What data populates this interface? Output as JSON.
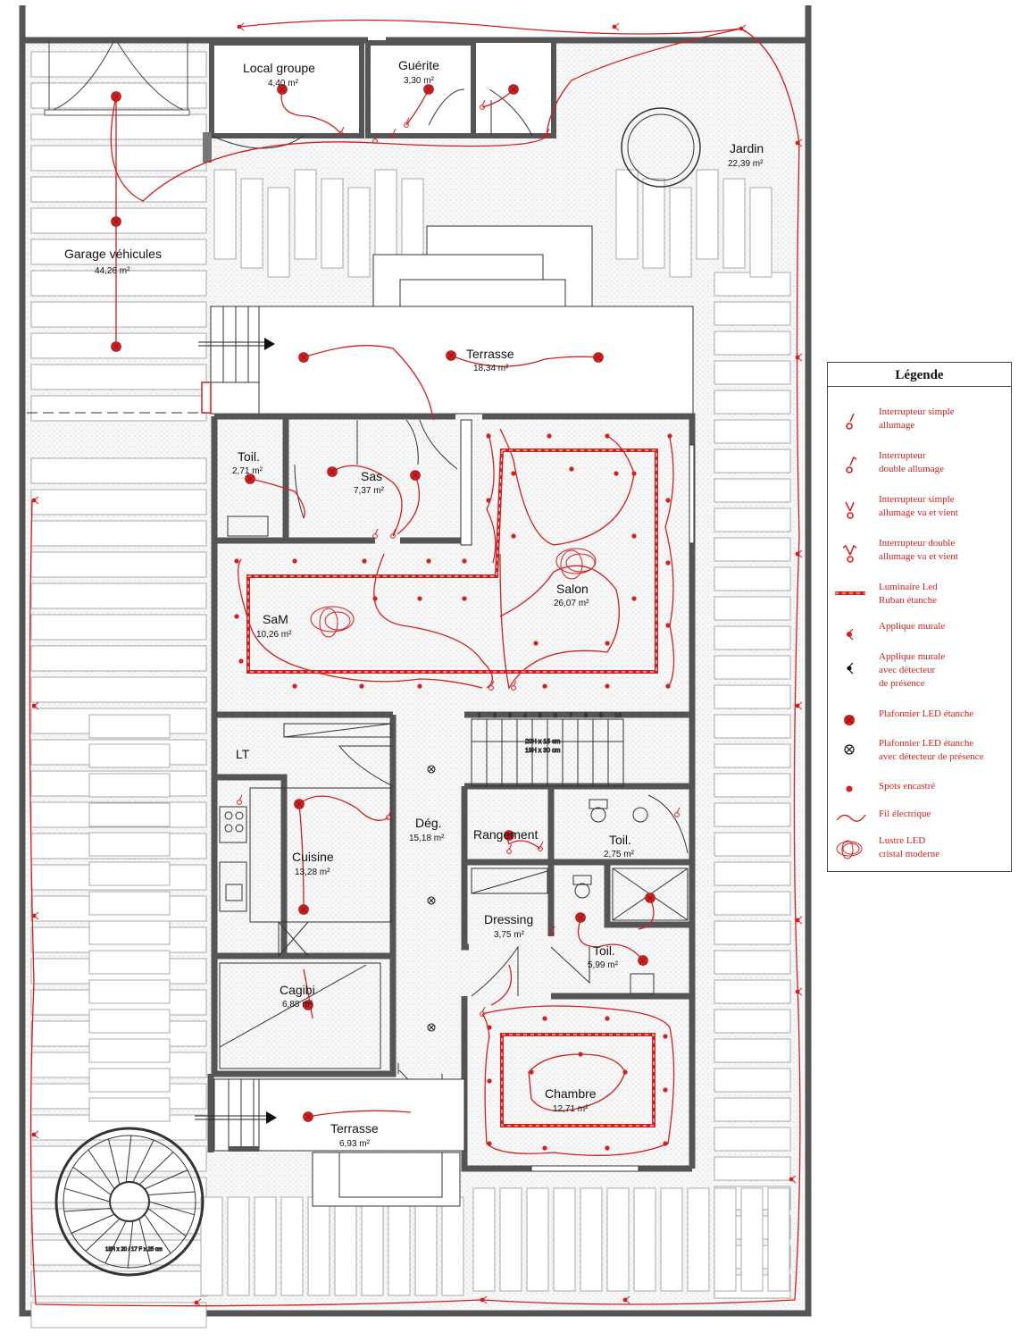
{
  "rooms": {
    "local_groupe": {
      "name": "Local groupe",
      "area": "4,40 m²"
    },
    "guerite": {
      "name": "Guérite",
      "area": "3,30 m²"
    },
    "jardin": {
      "name": "Jardin",
      "area": "22,39 m²"
    },
    "garage": {
      "name": "Garage véhicules",
      "area": "44,26 m²"
    },
    "terrasse_nord": {
      "name": "Terrasse",
      "area": "18,34 m²"
    },
    "toil_1": {
      "name": "Toil.",
      "area": "2,71 m²"
    },
    "sas": {
      "name": "Sas",
      "area": "7,37 m²"
    },
    "salon": {
      "name": "Salon",
      "area": "26,07 m²"
    },
    "sam": {
      "name": "SaM",
      "area": "10,26 m²"
    },
    "lt": {
      "name": "LT"
    },
    "cuisine": {
      "name": "Cuisine",
      "area": "13,28 m²"
    },
    "deg": {
      "name": "Dég.",
      "area": "15,18 m²"
    },
    "rangement": {
      "name": "Rangement"
    },
    "toil_2": {
      "name": "Toil.",
      "area": "2,75 m²"
    },
    "dressing": {
      "name": "Dressing",
      "area": "3,75 m²"
    },
    "toil_3": {
      "name": "Toil.",
      "area": "5,99 m²"
    },
    "cagibi": {
      "name": "Cagibi",
      "area": "6,88 m²"
    },
    "chambre": {
      "name": "Chambre",
      "area": "12,71 m²"
    },
    "terrasse_sud": {
      "name": "Terrasse",
      "area": "6,93 m²"
    }
  },
  "stairs": {
    "riser_note": "20H x 15 cm",
    "tread_note": "19H x 30 cm",
    "step_numbers": [
      "1",
      "2",
      "3",
      "4",
      "5",
      "6",
      "7",
      "8",
      "9",
      "10"
    ],
    "spiral_note": "18H x 20 / 17 F x 25 cm"
  },
  "legend": {
    "title": "Légende",
    "items": [
      {
        "label": "Interrupteur simple\nallumage",
        "icon": "switch-simple-icon"
      },
      {
        "label": "Interrupteur\ndouble allumage",
        "icon": "switch-double-icon"
      },
      {
        "label": "Interrupteur simple\nallumage va et vient",
        "icon": "switch-simple-2way-icon"
      },
      {
        "label": "Interrupteur double\nallumage va et vient",
        "icon": "switch-double-2way-icon"
      },
      {
        "label": "Luminaire Led\nRuban étanche",
        "icon": "led-strip-icon"
      },
      {
        "label": "Applique murale",
        "icon": "wall-light-icon"
      },
      {
        "label": "Applique murale\navec détecteur\nde présence",
        "icon": "wall-light-detector-icon"
      },
      {
        "label": "Plafonnier LED étanche",
        "icon": "ceiling-led-icon"
      },
      {
        "label": "Plafonnier LED étanche\navec détecteur de présence",
        "icon": "ceiling-led-detector-icon"
      },
      {
        "label": "Spots encastré",
        "icon": "recessed-spot-icon"
      },
      {
        "label": "Fil électrique",
        "icon": "wire-icon"
      },
      {
        "label": "Lustre LED\ncristal moderne",
        "icon": "chandelier-icon"
      }
    ]
  },
  "colors": {
    "wall": "#555555",
    "electric": "#d21f1f",
    "paving": "#999999",
    "garden": "#f4f4f4"
  }
}
